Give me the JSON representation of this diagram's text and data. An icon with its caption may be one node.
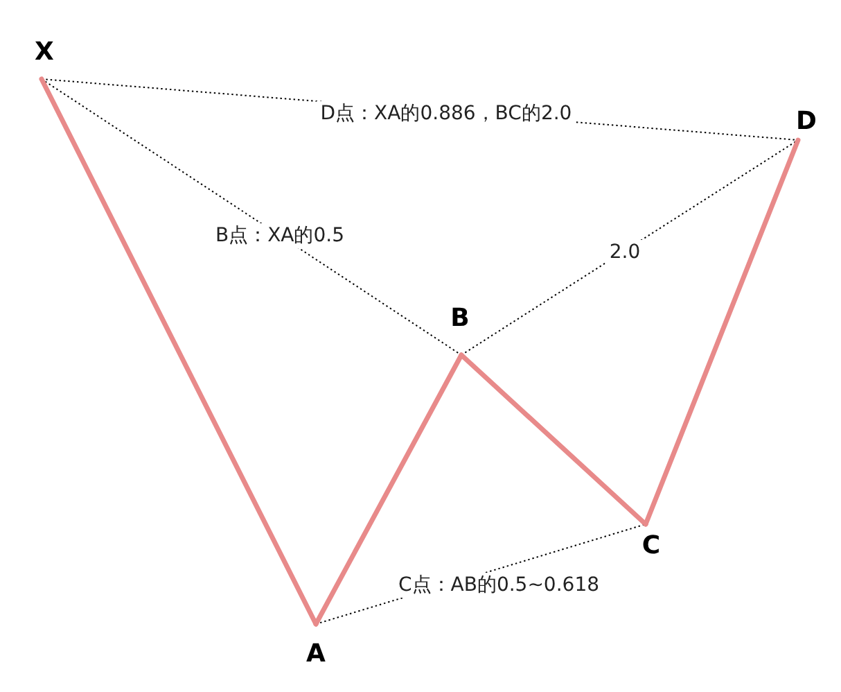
{
  "diagram": {
    "nodes": [
      {
        "text": [
          "X"
        ]
      },
      {
        "text": [
          "A"
        ]
      },
      {
        "text": [
          "B"
        ]
      },
      {
        "text": [
          "C"
        ]
      },
      {
        "text": [
          "D"
        ]
      }
    ],
    "edges": [
      {
        "from": 0,
        "to": 1,
        "arrow": "none",
        "style": "thick",
        "color": "#e88a8a"
      },
      {
        "from": 1,
        "to": 2,
        "arrow": "none",
        "style": "thick",
        "color": "#e88a8a"
      },
      {
        "from": 2,
        "to": 3,
        "arrow": "none",
        "style": "thick",
        "color": "#e88a8a"
      },
      {
        "from": 3,
        "to": 4,
        "arrow": "none",
        "style": "thick",
        "color": "#e88a8a"
      },
      {
        "from": 0,
        "to": 4,
        "arrow": "none",
        "style": "dashed",
        "color": "#000000",
        "label": "D点：XA的0.886，BC的2.0"
      },
      {
        "from": 0,
        "to": 2,
        "arrow": "none",
        "style": "dashed",
        "color": "#000000",
        "label": "B点：XA的0.5"
      },
      {
        "from": 2,
        "to": 4,
        "arrow": "none",
        "style": "dashed",
        "color": "#000000",
        "label": "2.0"
      },
      {
        "from": 1,
        "to": 3,
        "arrow": "none",
        "style": "dashed",
        "color": "#000000",
        "label": "C点：AB的0.5~0.618"
      }
    ]
  }
}
